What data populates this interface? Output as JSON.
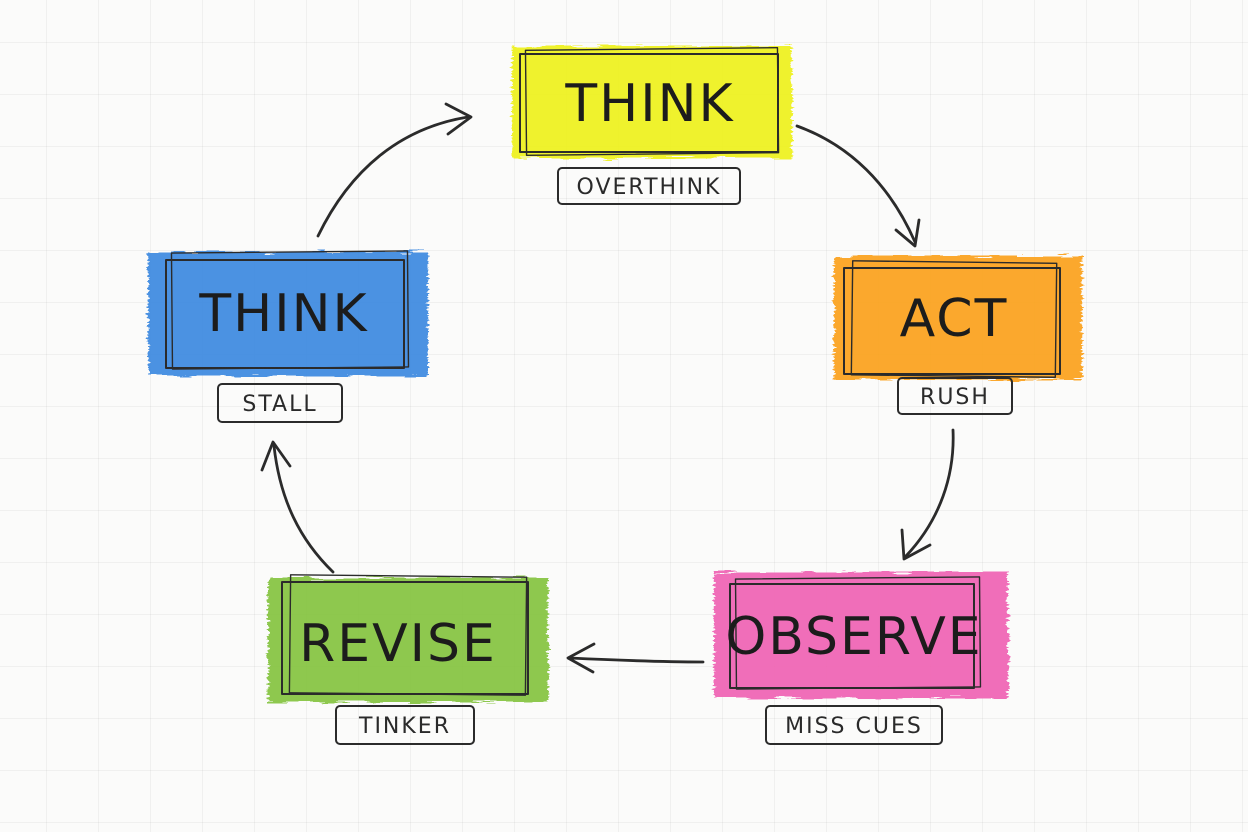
{
  "stages": [
    {
      "id": "think-top",
      "label": "THINK",
      "tag": "OVERTHINK",
      "color": "#eef21a"
    },
    {
      "id": "act",
      "label": "ACT",
      "tag": "RUSH",
      "color": "#fba21e"
    },
    {
      "id": "observe",
      "label": "OBSERVE",
      "tag": "MISS CUES",
      "color": "#f064b4"
    },
    {
      "id": "revise",
      "label": "REVISE",
      "tag": "TINKER",
      "color": "#85c441"
    },
    {
      "id": "think-left",
      "label": "THINK",
      "tag": "STALL",
      "color": "#3d8ae0"
    }
  ]
}
